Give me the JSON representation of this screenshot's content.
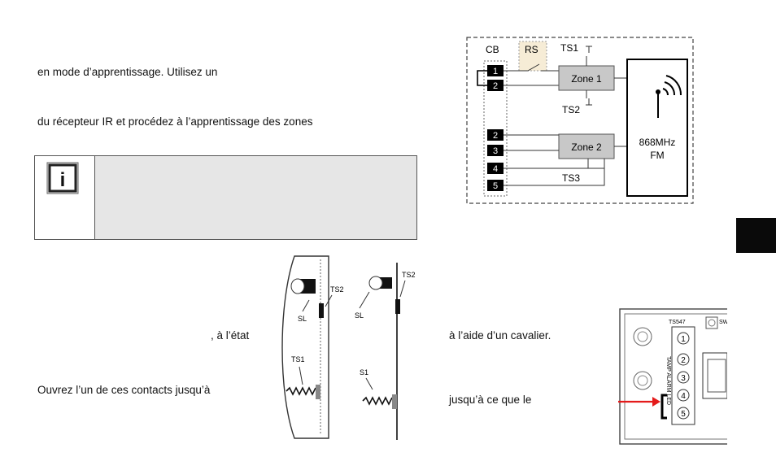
{
  "text": {
    "line1": "en mode d’apprentissage. Utilisez un",
    "line2": "du récepteur IR et procédez à l’apprentissage des zones",
    "line3": ", à l’état",
    "line4": "Ouvrez l’un de ces contacts jusqu’à",
    "line5": "à l’aide d’un cavalier.",
    "line6": "jusqu’à ce que le"
  },
  "info_box": {
    "icon": "info-icon",
    "glyph": "i"
  },
  "wiring_diagram": {
    "labels": {
      "cb": "CB",
      "rs": "RS",
      "ts1": "TS1",
      "ts2": "TS2",
      "ts3": "TS3",
      "zone1": "Zone 1",
      "zone2": "Zone 2",
      "freq": "868MHz",
      "mod": "FM"
    },
    "terminals_top": [
      "1",
      "2"
    ],
    "terminals_bottom": [
      "2",
      "3",
      "4",
      "5"
    ]
  },
  "sensor_diagram": {
    "labels": {
      "ts2_a": "TS2",
      "ts2_b": "TS2",
      "sl_a": "SL",
      "sl_b": "SL",
      "ts1": "TS1",
      "s1": "S1"
    }
  },
  "terminal_diagram": {
    "labels": {
      "header": "TS547",
      "sw": "SW",
      "side_label": "TAMP ALARM LED"
    },
    "terminals": [
      "1",
      "2",
      "3",
      "4",
      "5"
    ]
  },
  "colors": {
    "arrow": "#e41b1b",
    "rs_fill": "#f6ecd6",
    "zone_fill": "#c8c8c8",
    "terminal_fill": "#000000"
  }
}
